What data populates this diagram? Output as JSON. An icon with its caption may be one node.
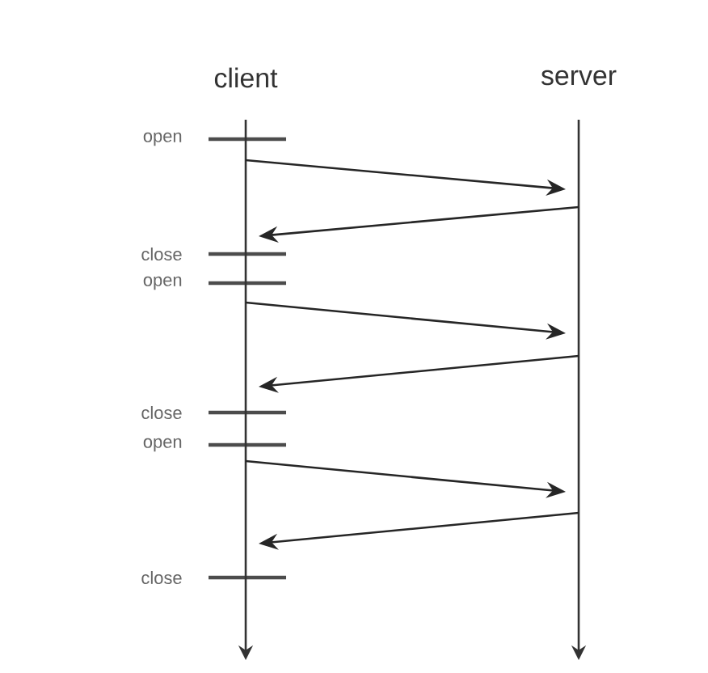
{
  "diagram": {
    "nodes": [
      {
        "text": [
          "client"
        ]
      },
      {
        "text": [
          "server"
        ]
      }
    ],
    "edges": [
      {
        "from": 0,
        "to": 1,
        "arrow": "to"
      },
      {
        "from": 1,
        "to": 0,
        "arrow": "to"
      },
      {
        "from": 0,
        "to": 1,
        "arrow": "to"
      },
      {
        "from": 1,
        "to": 0,
        "arrow": "to"
      },
      {
        "from": 0,
        "to": 1,
        "arrow": "to"
      },
      {
        "from": 1,
        "to": 0,
        "arrow": "to"
      }
    ],
    "labels": [
      "open",
      "close",
      "open",
      "close",
      "open",
      "close"
    ]
  }
}
